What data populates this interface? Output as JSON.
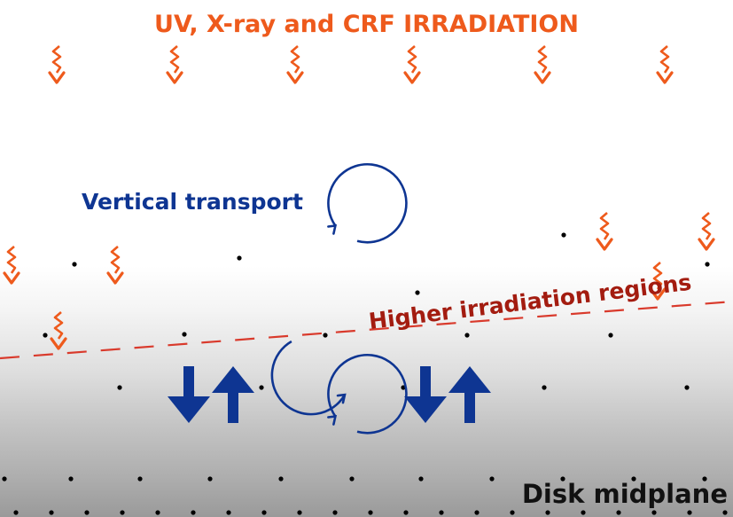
{
  "labels": {
    "title": "UV, X-ray and CRF IRRADIATION",
    "vertical_transport": "Vertical transport",
    "higher_irradiation": "Higher irradiation regions",
    "midplane": "Disk midplane"
  },
  "colors": {
    "irradiation": "#ee5a1c",
    "transport": "#0e3592",
    "boundary": "#d93a2c",
    "higher_irradiation_label": "#a31c10",
    "dots": "#000000"
  }
}
